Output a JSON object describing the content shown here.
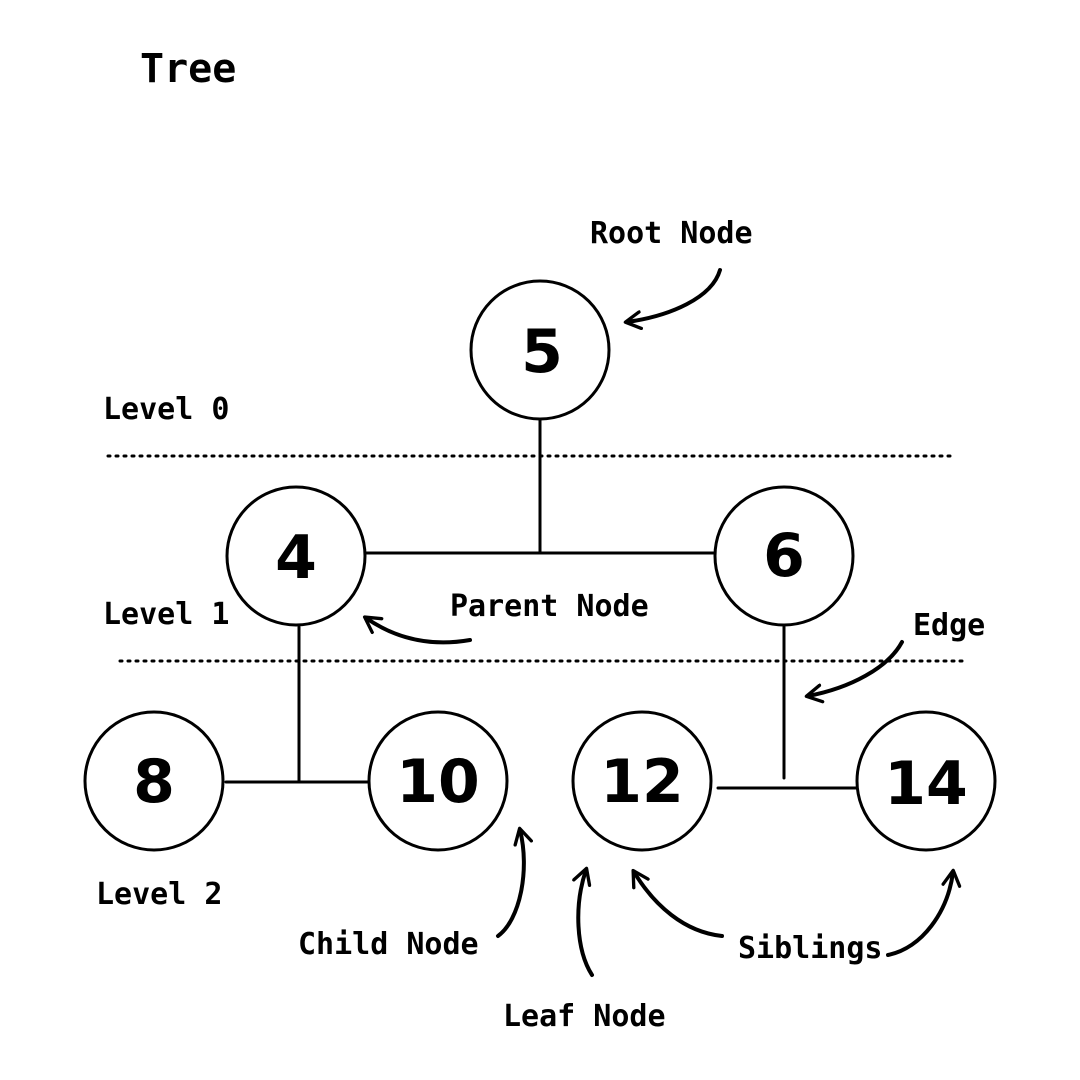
{
  "title": "Tree",
  "nodes": {
    "n5": "5",
    "n4": "4",
    "n6": "6",
    "n8": "8",
    "n10": "10",
    "n12": "12",
    "n14": "14"
  },
  "levels": {
    "level0": "Level 0",
    "level1": "Level 1",
    "level2": "Level 2"
  },
  "annotations": {
    "root_node": "Root Node",
    "parent_node": "Parent Node",
    "edge": "Edge",
    "child_node": "Child Node",
    "leaf_node": "Leaf Node",
    "siblings": "Siblings"
  }
}
